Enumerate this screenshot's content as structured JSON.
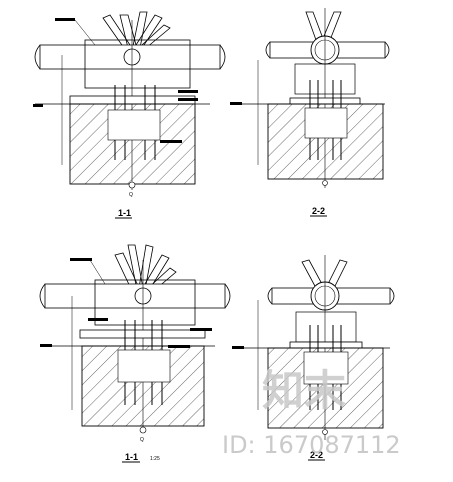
{
  "drawing": {
    "views": [
      {
        "section_label": "1-1",
        "scale_label": "",
        "elev_label": "",
        "dims": [
          "",
          ""
        ],
        "anchor_label": "Q"
      },
      {
        "section_label": "2-2",
        "scale_label": "",
        "elev_label": "",
        "dims": [
          "",
          ""
        ],
        "anchor_label": ""
      },
      {
        "section_label": "1-1",
        "scale_label": "1:25",
        "elev_label": "",
        "dims": [
          "",
          ""
        ],
        "anchor_label": "Q"
      },
      {
        "section_label": "2-2",
        "scale_label": "",
        "elev_label": "",
        "dims": [
          "",
          ""
        ],
        "anchor_label": ""
      }
    ]
  },
  "watermark": {
    "brand": "知末",
    "id_text": "ID: 167087112"
  },
  "colors": {
    "line": "#000000",
    "watermark": "#c8c8c8"
  }
}
